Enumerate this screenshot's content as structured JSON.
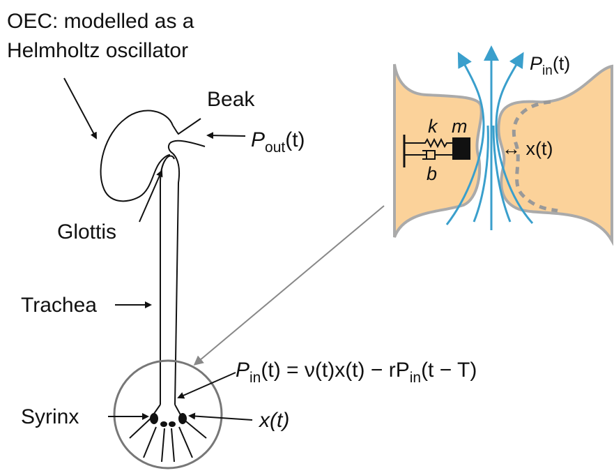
{
  "labels": {
    "oec_line1": "OEC: modelled as a",
    "oec_line2": "Helmholtz oscillator",
    "beak": "Beak",
    "glottis": "Glottis",
    "trachea": "Trachea",
    "syrinx": "Syrinx",
    "pout_main": "P",
    "pout_sub": "out",
    "pout_args": "(t)",
    "eq_p": "P",
    "eq_in": "in",
    "eq_mid": "(t) = ν(t)x(t) − rP",
    "eq_in2": "in",
    "eq_end": "(t − T)",
    "xt_bottom": "x(t)"
  },
  "inset": {
    "pin_main": "P",
    "pin_sub": "in",
    "pin_args": "(t)",
    "k": "k",
    "m": "m",
    "b": "b",
    "xt": "↔ x(t)"
  },
  "colors": {
    "tissue": "#fbd29a",
    "flow": "#3a9fcc",
    "outline": "#aaaaaa",
    "connector": "#888888"
  }
}
